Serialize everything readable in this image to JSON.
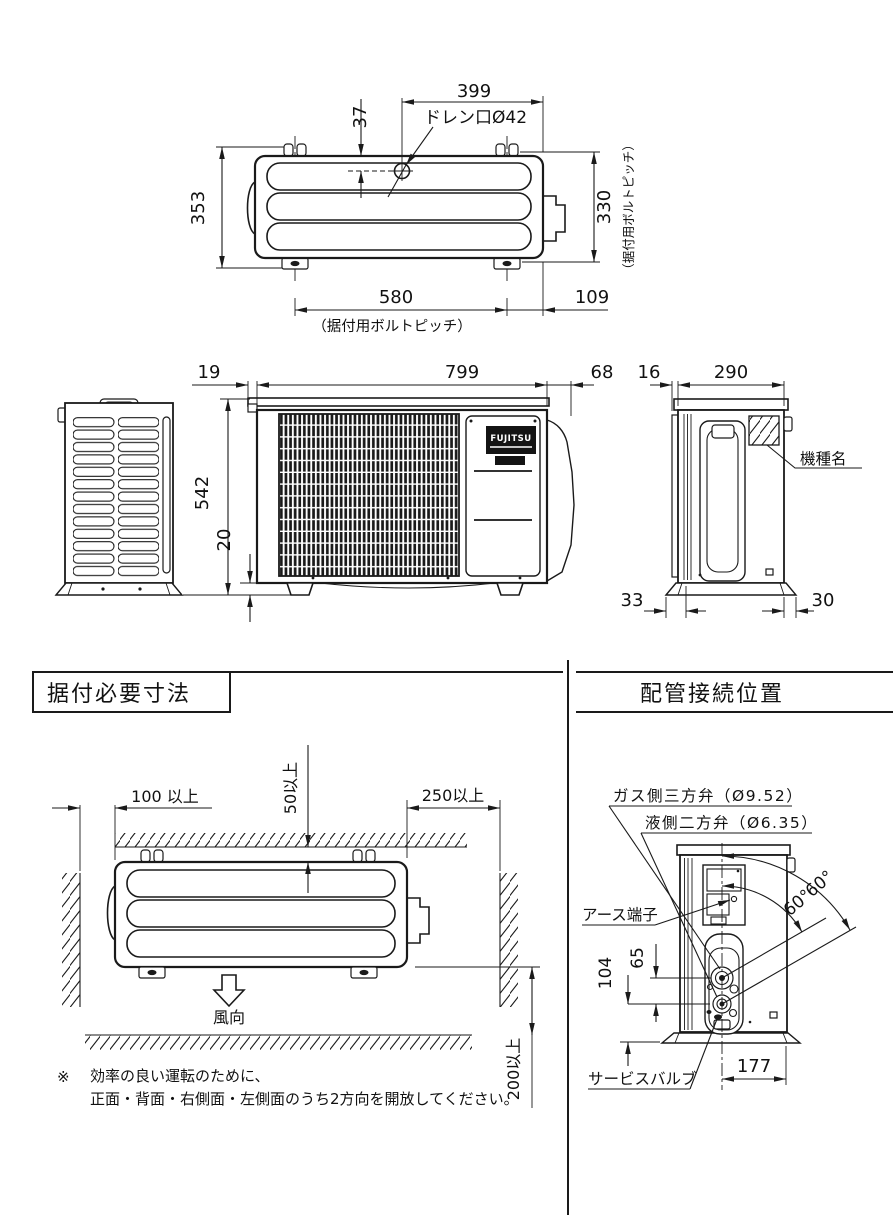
{
  "colors": {
    "ink": "#1a1a1a",
    "paper": "#ffffff"
  },
  "logo": {
    "brand": "FUJITSU"
  },
  "top_view": {
    "dim_top_width": "399",
    "dim_drain_offset": "37",
    "drain_label": "ドレン口Ø42",
    "dim_depth": "353",
    "dim_bolt_pitch_depth": "330",
    "bolt_pitch_label_side": "（据付用ボルトピッチ）",
    "dim_bolt_pitch_width": "580",
    "bolt_pitch_label_bottom": "（据付用ボルトピッチ）",
    "dim_right_offset": "109"
  },
  "front_view": {
    "dim_cap_overhang": "19",
    "dim_width": "799",
    "dim_side_gap": "68",
    "dim_height": "542",
    "dim_foot_height": "20"
  },
  "side_view": {
    "dim_front_flap": "16",
    "dim_depth": "290",
    "model_name_label": "機種名",
    "dim_foot_left": "33",
    "dim_foot_right": "30"
  },
  "install_section": {
    "title": "据付必要寸法",
    "dim_left_clearance": "100 以上",
    "dim_back_clearance": "50以上",
    "dim_right_clearance": "250以上",
    "wind_label": "風向",
    "dim_front_clearance": "200以上",
    "note_mark": "※",
    "note_line1": "効率の良い運転のために、",
    "note_line2": "正面・背面・右側面・左側面のうち2方向を開放してください。"
  },
  "piping_section": {
    "title": "配管接続位置",
    "gas_valve_label": "ガス側三方弁（Ø9.52）",
    "liquid_valve_label": "液側二方弁（Ø6.35）",
    "earth_terminal_label": "アース端子",
    "angle_outer": "60°",
    "angle_inner": "60°",
    "dim_valve_gap": "65",
    "dim_valve_height": "104",
    "dim_valve_offset": "177",
    "service_valve_label": "サービスバルブ"
  }
}
